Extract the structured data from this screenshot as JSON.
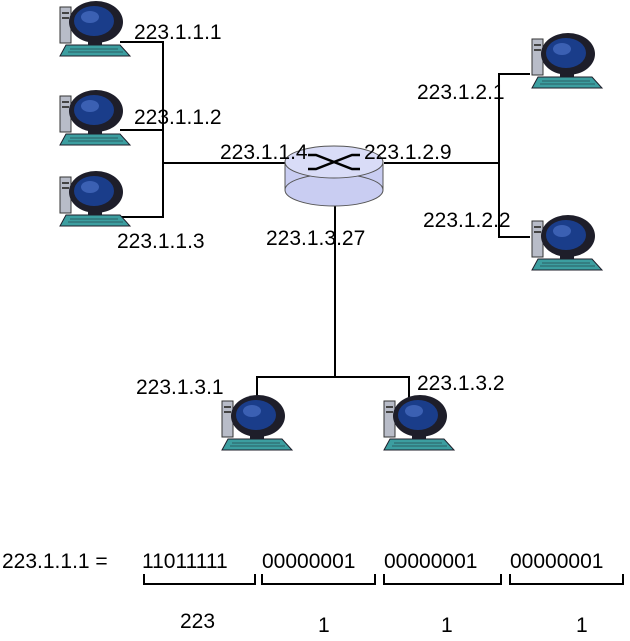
{
  "hosts": {
    "h1": {
      "ip": "223.1.1.1"
    },
    "h2": {
      "ip": "223.1.1.2"
    },
    "h3": {
      "ip": "223.1.1.3"
    },
    "h4": {
      "ip": "223.1.2.1"
    },
    "h5": {
      "ip": "223.1.2.2"
    },
    "h6": {
      "ip": "223.1.3.1"
    },
    "h7": {
      "ip": "223.1.3.2"
    }
  },
  "router": {
    "if_left": "223.1.1.4",
    "if_right": "223.1.2.9",
    "if_bottom": "223.1.3.27"
  },
  "binary": {
    "prefix": "223.1.1.1 =",
    "octets": [
      "11011111",
      "00000001",
      "00000001",
      "00000001"
    ],
    "decimals": [
      "223",
      "1",
      "1",
      "1"
    ]
  },
  "colors": {
    "router_body": "#c9cdf2",
    "router_top": "#d9dcf7",
    "monitor_screen": "#1a3d8a",
    "monitor_frame": "#1e1e2a",
    "tower": "#b8bcc8",
    "keyboard": "#3c9ea0"
  },
  "icons": [
    "computer-icon",
    "router-icon"
  ]
}
